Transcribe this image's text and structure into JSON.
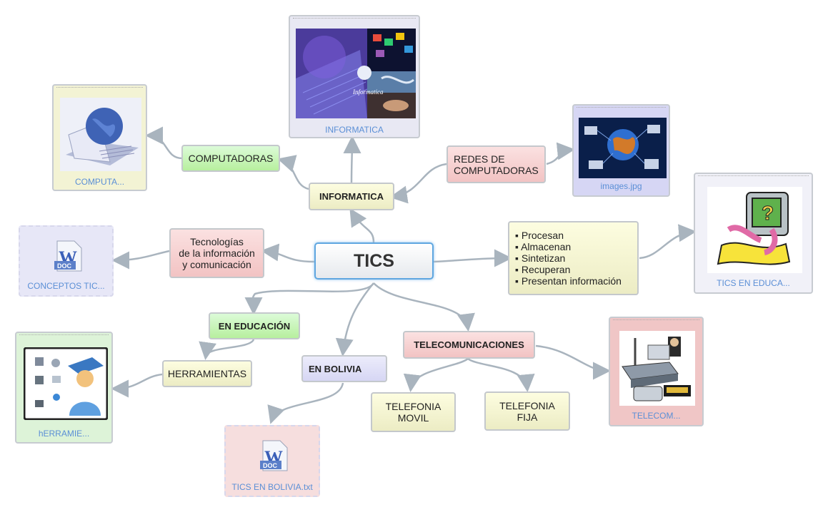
{
  "root": {
    "label": "TICS"
  },
  "nodes": {
    "informatica": "INFORMATICA",
    "computadoras": "COMPUTADORAS",
    "redes": "REDES DE\nCOMPUTADORAS",
    "tecnologias": "Tecnologías\nde la información\ny comunicación",
    "list_items": [
      "Procesan",
      "Almacenan",
      "Sintetizan",
      "Recuperan",
      "Presentan  información"
    ],
    "en_educacion": "EN EDUCACIÓN",
    "herramientas": "HERRAMIENTAS",
    "en_bolivia": "EN BOLIVIA",
    "telecomunicaciones": "TELECOMUNICACIONES",
    "telefonia_movil": "TELEFONIA\nMOVIL",
    "telefonia_fija": "TELEFONIA\nFIJA"
  },
  "attachments": {
    "informatica": "INFORMATICA",
    "computadoras": "COMPUTA...",
    "images": "images.jpg",
    "tics_educa": "TICS EN EDUCA...",
    "conceptos": "CONCEPTOS TIC...",
    "herramientas": "hERRAMIE...",
    "bolivia": "TICS EN BOLIVIA.txt",
    "telecom": "TELECOM..."
  },
  "doc_badge": "DOC",
  "informatica_logo_text": "Informatica",
  "colors": {
    "link": "#a9b4be",
    "root_border": "#5fa6e0",
    "caption": "#5b8fd6"
  }
}
